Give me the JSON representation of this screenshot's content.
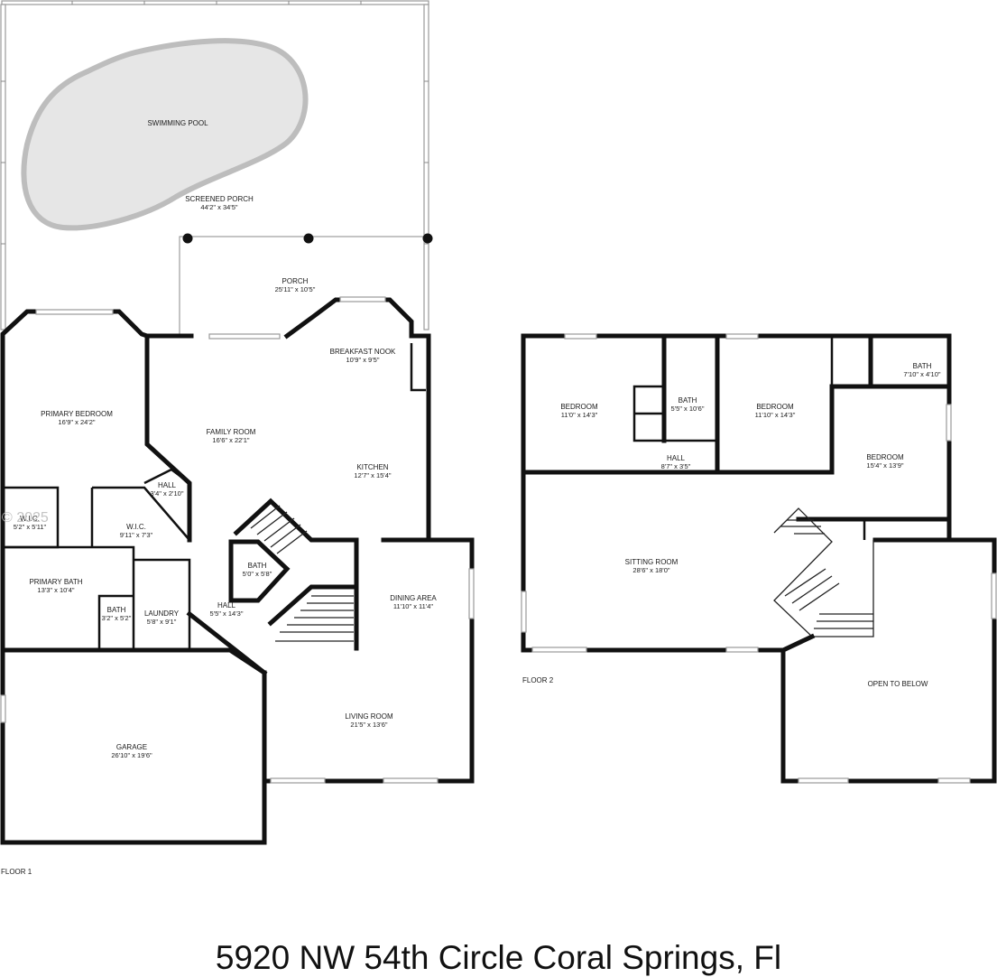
{
  "floor1": {
    "label": "FLOOR 1",
    "rooms": [
      {
        "name": "SWIMMING POOL",
        "dims": ""
      },
      {
        "name": "SCREENED PORCH",
        "dims": "44'2\" x 34'5\""
      },
      {
        "name": "PORCH",
        "dims": "25'11\" x 10'5\""
      },
      {
        "name": "BREAKFAST NOOK",
        "dims": "10'9\" x 9'5\""
      },
      {
        "name": "PRIMARY BEDROOM",
        "dims": "16'9\" x 24'2\""
      },
      {
        "name": "FAMILY ROOM",
        "dims": "16'6\" x 22'1\""
      },
      {
        "name": "KITCHEN",
        "dims": "12'7\" x 15'4\""
      },
      {
        "name": "HALL",
        "dims": "3'4\" x 2'10\""
      },
      {
        "name": "W.I.C.",
        "dims": "5'2\" x 5'11\""
      },
      {
        "name": "W.I.C.",
        "dims": "9'11\" x 7'3\""
      },
      {
        "name": "BATH",
        "dims": "5'0\" x 5'8\""
      },
      {
        "name": "PRIMARY BATH",
        "dims": "13'3\" x 10'4\""
      },
      {
        "name": "BATH",
        "dims": "3'2\" x 5'2\""
      },
      {
        "name": "LAUNDRY",
        "dims": "5'8\" x 9'1\""
      },
      {
        "name": "HALL",
        "dims": "5'5\" x 14'3\""
      },
      {
        "name": "DINING AREA",
        "dims": "11'10\" x 11'4\""
      },
      {
        "name": "LIVING ROOM",
        "dims": "21'5\" x 13'6\""
      },
      {
        "name": "GARAGE",
        "dims": "26'10\" x 19'6\""
      }
    ]
  },
  "floor2": {
    "label": "FLOOR 2",
    "rooms": [
      {
        "name": "BEDROOM",
        "dims": "11'0\" x 14'3\""
      },
      {
        "name": "BATH",
        "dims": "5'5\" x 10'6\""
      },
      {
        "name": "BEDROOM",
        "dims": "11'10\" x 14'3\""
      },
      {
        "name": "BATH",
        "dims": "7'10\" x 4'10\""
      },
      {
        "name": "HALL",
        "dims": "8'7\" x 3'5\""
      },
      {
        "name": "BEDROOM",
        "dims": "15'4\" x 13'9\""
      },
      {
        "name": "SITTING ROOM",
        "dims": "28'6\" x 18'0\""
      },
      {
        "name": "OPEN TO BELOW",
        "dims": ""
      }
    ]
  },
  "watermark": "© 2025",
  "address": "5920 NW 54th Circle Coral Springs, Fl"
}
